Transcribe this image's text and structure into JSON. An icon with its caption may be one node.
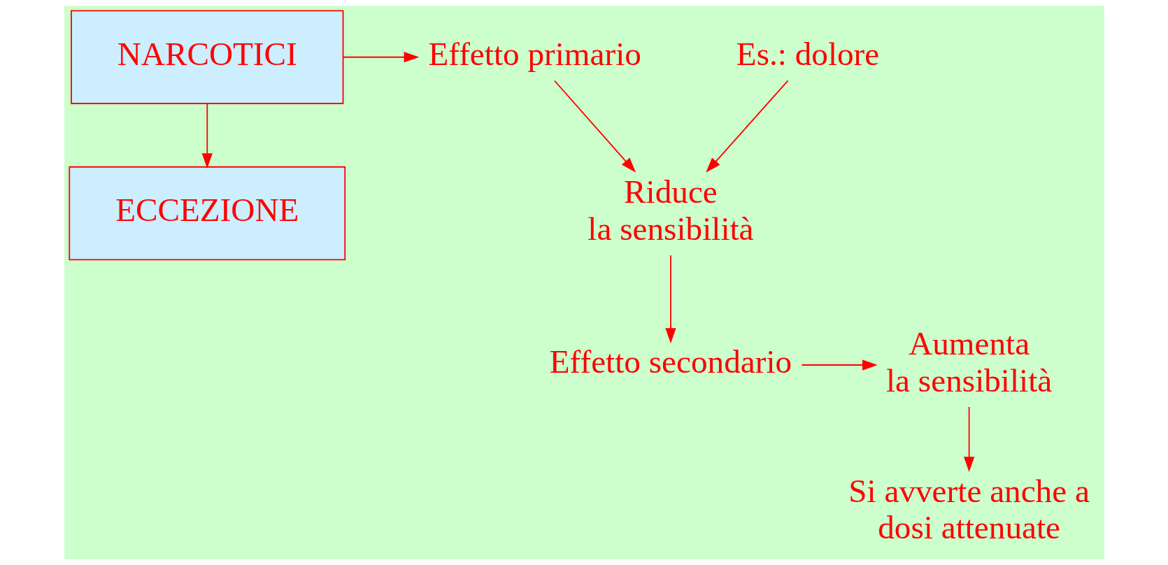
{
  "diagram": {
    "nodes": [
      {
        "text": [
          "NARCOTICI"
        ]
      },
      {
        "text": [
          "Effetto primario"
        ]
      },
      {
        "text": [
          "ECCEZIONE"
        ]
      },
      {
        "text": [
          "Es.: dolore"
        ]
      },
      {
        "text": [
          "Riduce la sensibilità"
        ]
      },
      {
        "text": [
          "Effetto secondario"
        ]
      },
      {
        "text": [
          "Aumenta la sensibilità"
        ]
      },
      {
        "text": [
          "Si avverte anche a dosi attenuate"
        ]
      }
    ],
    "edges": [
      {
        "from": 0,
        "to": 1,
        "arrow": "to"
      },
      {
        "from": 0,
        "to": 2,
        "arrow": "to"
      },
      {
        "from": 1,
        "to": 4,
        "arrow": "to"
      },
      {
        "from": 3,
        "to": 4,
        "arrow": "to"
      },
      {
        "from": 4,
        "to": 5,
        "arrow": "to"
      },
      {
        "from": 5,
        "to": 6,
        "arrow": "to"
      },
      {
        "from": 6,
        "to": 7,
        "arrow": "to"
      }
    ]
  }
}
